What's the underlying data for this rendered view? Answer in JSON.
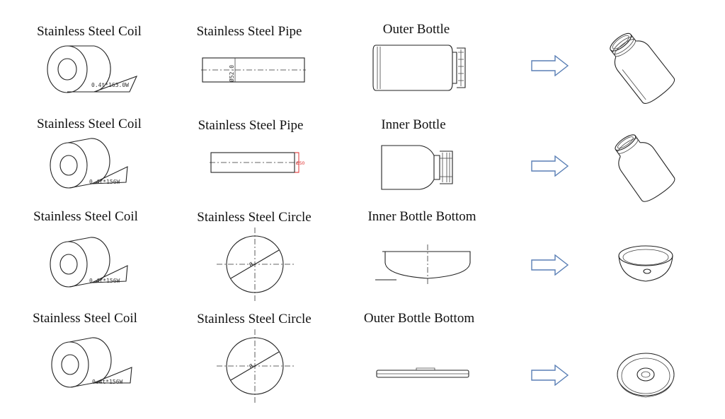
{
  "rows": [
    {
      "coil_label": "Stainless Steel Coil",
      "coil_dim": "0.4t*163.0W",
      "blank_label": "Stainless Steel Pipe",
      "blank_dim": "Ø52.0",
      "part_label": "Outer Bottle"
    },
    {
      "coil_label": "Stainless Steel Coil",
      "coil_dim": "0.4t*156W",
      "blank_label": "Stainless Steel Pipe",
      "blank_dim": "Ø50",
      "part_label": "Inner Bottle"
    },
    {
      "coil_label": "Stainless Steel Coil",
      "coil_dim": "0.4t*156W",
      "blank_label": "Stainless Steel Circle",
      "blank_dim": "Ø",
      "part_label": "Inner Bottle Bottom"
    },
    {
      "coil_label": "Stainless Steel Coil",
      "coil_dim": "0.4t*156W",
      "blank_label": "Stainless Steel Circle",
      "blank_dim": "Ø",
      "part_label": "Outer Bottle Bottom"
    }
  ],
  "colors": {
    "arrow_stroke": "#5a7fb5",
    "dimension_red": "#d22222"
  },
  "icons": [
    "right-arrow-icon"
  ]
}
